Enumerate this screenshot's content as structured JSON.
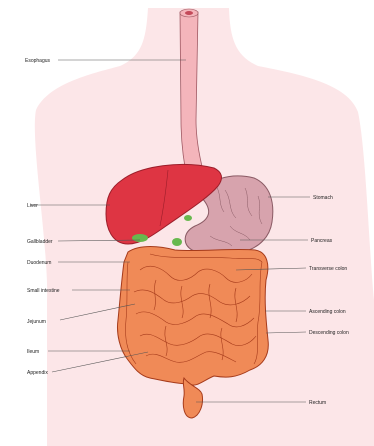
{
  "diagram": {
    "colors": {
      "torso": "#fce6e8",
      "esophagus": "#f4b5bb",
      "esophagus_outline": "#a05a64",
      "liver": "#de3543",
      "liver_outline": "#9c1e2a",
      "stomach": "#d7a3ad",
      "stomach_outline": "#8a5a64",
      "gallbladder": "#68b84e",
      "intestine": "#f08a57",
      "intestine_outline": "#a63b1b",
      "leader_line": "#555555"
    },
    "labels": {
      "esophagus": "Esophagus",
      "liver": "Liver",
      "gallbladder": "Gallbladder",
      "duodenum": "Duodenum",
      "small_intestine": "Small intestine",
      "jejunum": "Jejunum",
      "ileum": "Ileum",
      "appendix": "Appendix",
      "stomach": "Stomach",
      "pancreas": "Pancreas",
      "transverse_colon": "Transverse colon",
      "ascending_colon": "Ascending colon",
      "descending_colon": "Descending colon",
      "rectum": "Rectum"
    }
  }
}
